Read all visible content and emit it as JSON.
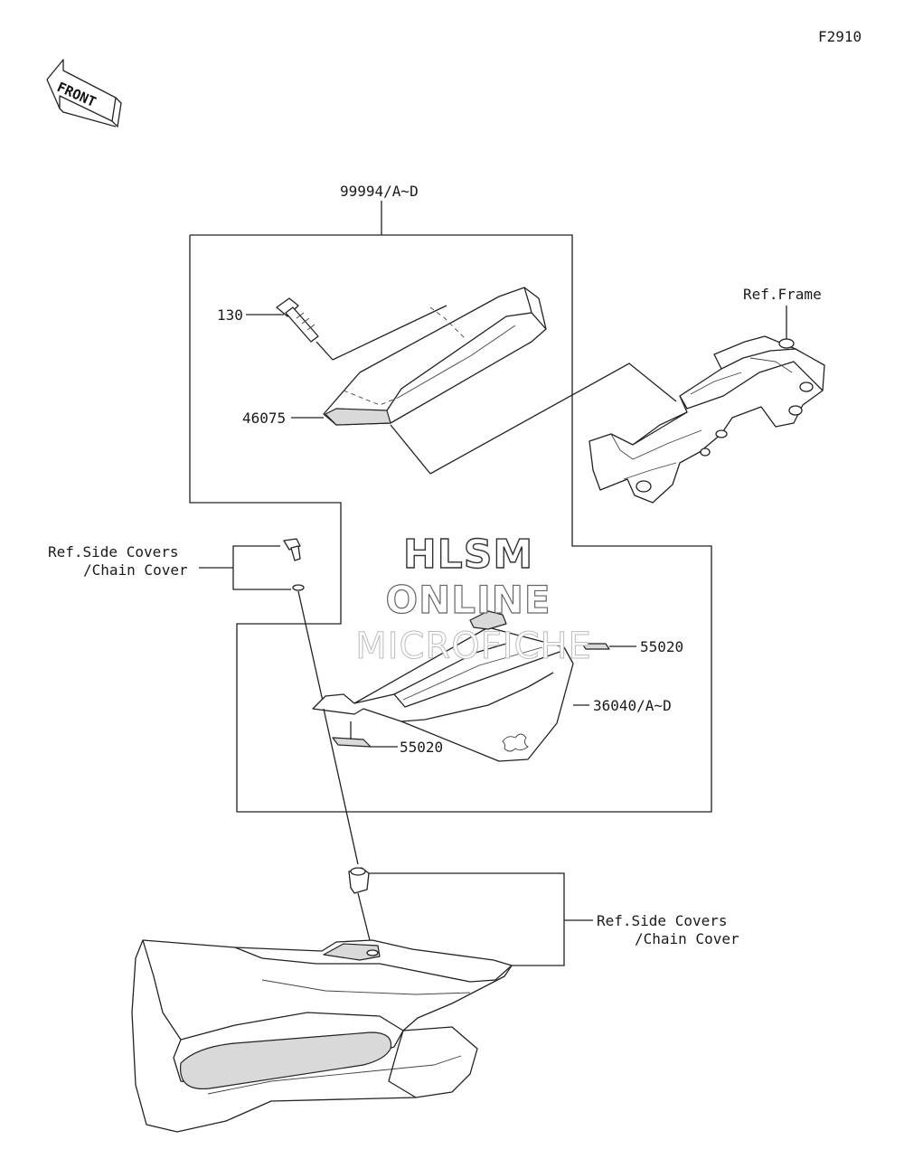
{
  "diagram": {
    "figure_code": "F2910",
    "front_label": "FRONT",
    "watermark": {
      "line1": "HLSM",
      "line2": "ONLINE",
      "line3": "MICROFICHE"
    },
    "labels": {
      "kit": "99994/A~D",
      "bolt": "130",
      "guard": "46075",
      "ref_frame": "Ref.Frame",
      "ref_side_covers_1_line1": "Ref.Side Covers",
      "ref_side_covers_1_line2": "/Chain Cover",
      "decal_upper": "55020",
      "cover": "36040/A~D",
      "decal_lower": "55020",
      "ref_side_covers_2_line1": "Ref.Side Covers",
      "ref_side_covers_2_line2": "/Chain Cover"
    }
  }
}
